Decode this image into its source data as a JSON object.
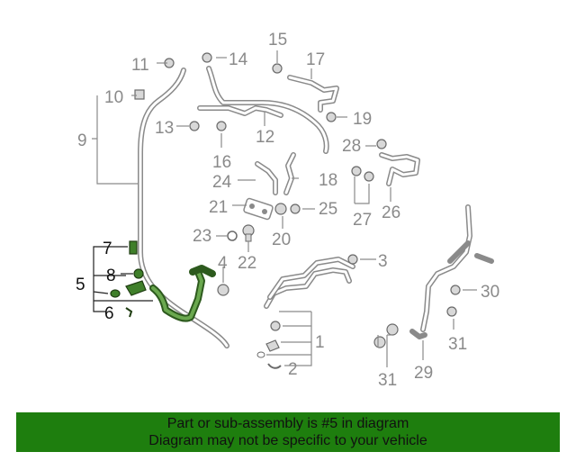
{
  "callouts": {
    "c1": "1",
    "c2": "2",
    "c3": "3",
    "c4": "4",
    "c5": "5",
    "c6": "6",
    "c7": "7",
    "c8": "8",
    "c9": "9",
    "c10": "10",
    "c11": "11",
    "c12": "12",
    "c13": "13",
    "c14": "14",
    "c15": "15",
    "c16": "16",
    "c17": "17",
    "c18": "18",
    "c19": "19",
    "c20": "20",
    "c21": "21",
    "c22": "22",
    "c23": "23",
    "c24": "24",
    "c25": "25",
    "c26": "26",
    "c27": "27",
    "c28": "28",
    "c29": "29",
    "c30": "30",
    "c31a": "31",
    "c31b": "31"
  },
  "highlighted_part": "5",
  "colors": {
    "highlight": "#2d5a1e",
    "banner": "#1e7e0e",
    "part_gray": "#8a8a8a"
  },
  "banner": {
    "line1": "Part or sub-assembly is #5 in diagram",
    "line2": "Diagram may not be specific to your vehicle"
  }
}
